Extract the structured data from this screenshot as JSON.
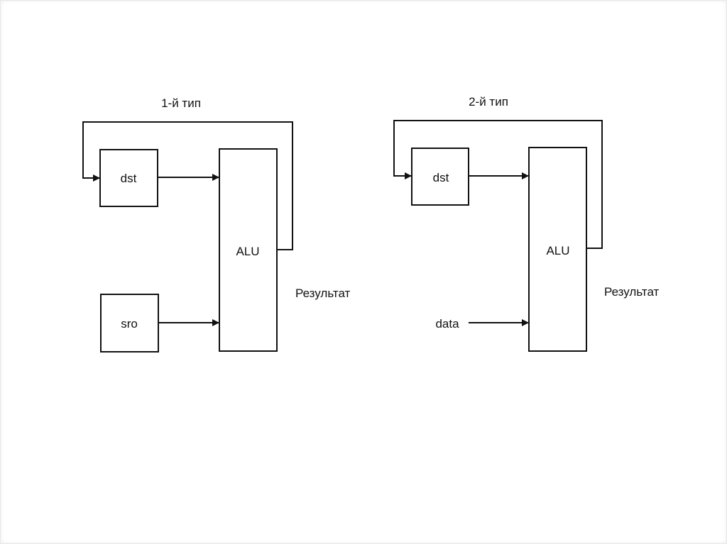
{
  "diagrams": [
    {
      "title": "1-й тип",
      "register_top": "dst",
      "register_bottom": "sro",
      "alu": "ALU",
      "result": "Результат"
    },
    {
      "title": "2-й тип",
      "register_top": "dst",
      "input_bottom": "data",
      "alu": "ALU",
      "result": "Результат"
    }
  ]
}
